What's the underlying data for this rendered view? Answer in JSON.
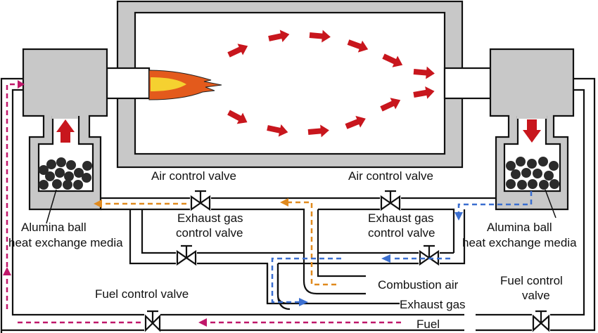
{
  "labels": {
    "air_valve_left": "Air control valve",
    "air_valve_right": "Air control valve",
    "exhaust_valve_left_1": "Exhaust gas",
    "exhaust_valve_left_2": "control valve",
    "exhaust_valve_right_1": "Exhaust gas",
    "exhaust_valve_right_2": "control valve",
    "media_left_1": "Alumina ball",
    "media_left_2": "heat exchange media",
    "media_right_1": "Alumina ball",
    "media_right_2": "heat exchange media",
    "fuel_valve_left": "Fuel control valve",
    "fuel_valve_right_1": "Fuel control",
    "fuel_valve_right_2": "valve",
    "combustion_air": "Combustion air",
    "exhaust_gas": "Exhaust gas",
    "fuel": "Fuel"
  },
  "colors": {
    "flow_arrow": "#c8161d",
    "combustion_air_flow": "#e08a1e",
    "exhaust_gas_flow": "#3b6fd0",
    "fuel_flow": "#c0186a",
    "chamber": "#c8c8c8",
    "flame_outer": "#e35a1c",
    "flame_inner": "#f5d130"
  }
}
